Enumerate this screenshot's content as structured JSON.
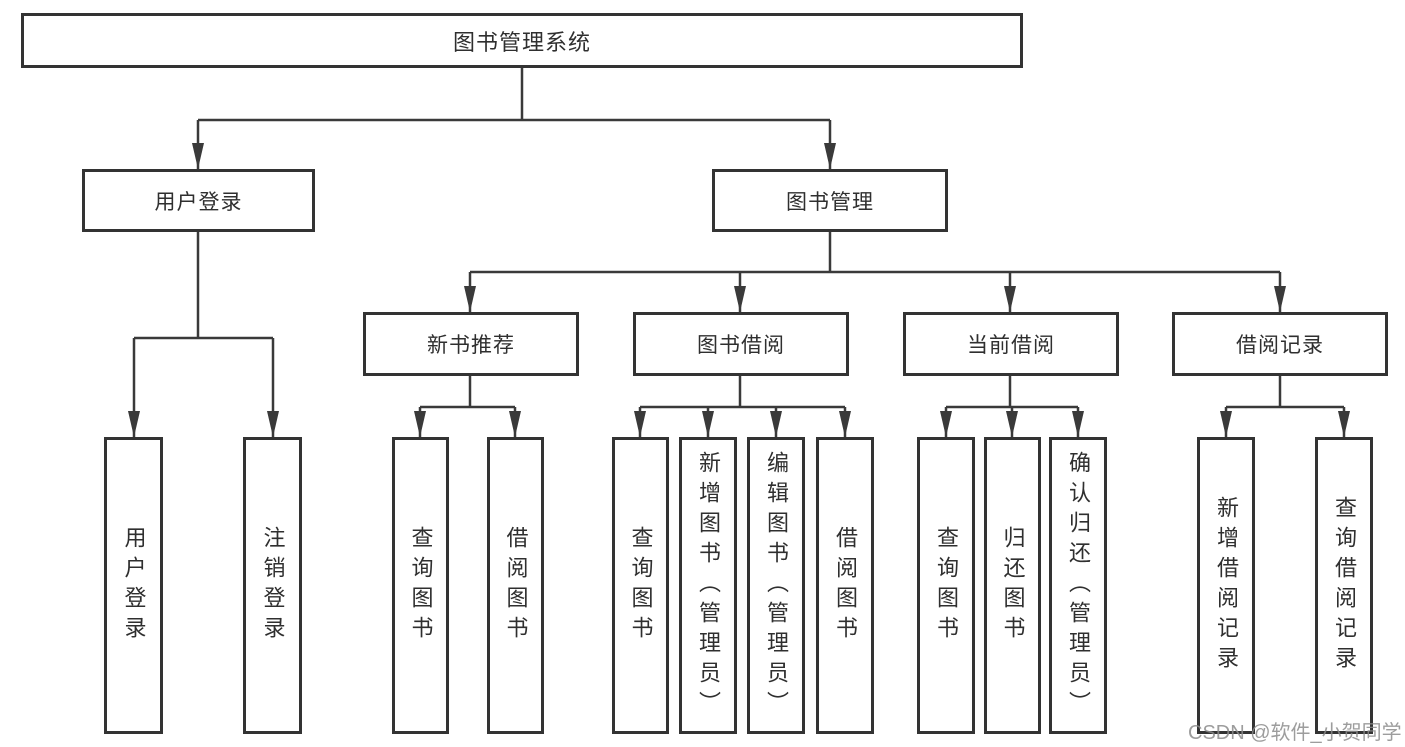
{
  "tree": {
    "root": "图书管理系统",
    "children": [
      {
        "label": "用户登录",
        "children": [
          "用户登录",
          "注销登录"
        ]
      },
      {
        "label": "图书管理",
        "children": [
          {
            "label": "新书推荐",
            "children": [
              "查询图书",
              "借阅图书"
            ]
          },
          {
            "label": "图书借阅",
            "children": [
              "查询图书",
              "新增图书（管理员）",
              "编辑图书（管理员）",
              "借阅图书"
            ]
          },
          {
            "label": "当前借阅",
            "children": [
              "查询图书",
              "归还图书",
              "确认归还（管理员）"
            ]
          },
          {
            "label": "借阅记录",
            "children": [
              "新增借阅记录",
              "查询借阅记录"
            ]
          }
        ]
      }
    ]
  },
  "watermark": "CSDN @软件_小贺同学",
  "colors": {
    "line": "#3a3a3a",
    "box_border": "#333333",
    "box_fill": "#ffffff",
    "text": "#2f2f2f",
    "watermark": "#8c8c8c",
    "background": "#ffffff"
  }
}
